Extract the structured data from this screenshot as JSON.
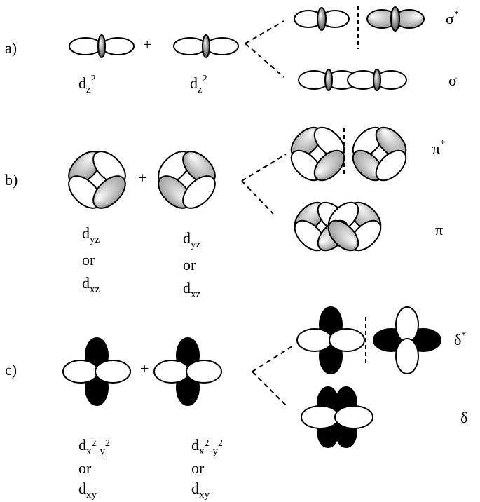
{
  "rows": {
    "a": {
      "label": "a)",
      "plus": "+",
      "orbital_left": {
        "base": "d",
        "sub": "z",
        "sup": "2"
      },
      "orbital_right": {
        "base": "d",
        "sub": "z",
        "sup": "2"
      },
      "antibonding": {
        "symbol": "σ",
        "star": "*"
      },
      "bonding": {
        "symbol": "σ"
      }
    },
    "b": {
      "label": "b)",
      "plus": "+",
      "orbital_left": {
        "line1_base": "d",
        "line1_sub": "yz",
        "or": "or",
        "line2_base": "d",
        "line2_sub": "xz"
      },
      "orbital_right": {
        "line1_base": "d",
        "line1_sub": "yz",
        "or": "or",
        "line2_base": "d",
        "line2_sub": "xz"
      },
      "antibonding": {
        "symbol": "π",
        "star": "*"
      },
      "bonding": {
        "symbol": "π"
      }
    },
    "c": {
      "label": "c)",
      "plus": "+",
      "orbital_left": {
        "line1_base": "d",
        "line1_sub1": "x",
        "line1_sup1": "2",
        "line1_mid": "-y",
        "line1_sup2": "2",
        "or": "or",
        "line2_base": "d",
        "line2_sub": "xy"
      },
      "orbital_right": {
        "line1_base": "d",
        "line1_sub1": "x",
        "line1_sup1": "2",
        "line1_mid": "-y",
        "line1_sup2": "2",
        "or": "or",
        "line2_base": "d",
        "line2_sub": "xy"
      },
      "antibonding": {
        "symbol": "δ",
        "star": "*"
      },
      "bonding": {
        "symbol": "δ"
      }
    }
  },
  "colors": {
    "line": "#000000",
    "shade_light": "#ffffff",
    "shade_dark": "#555555",
    "solid": "#000000"
  }
}
